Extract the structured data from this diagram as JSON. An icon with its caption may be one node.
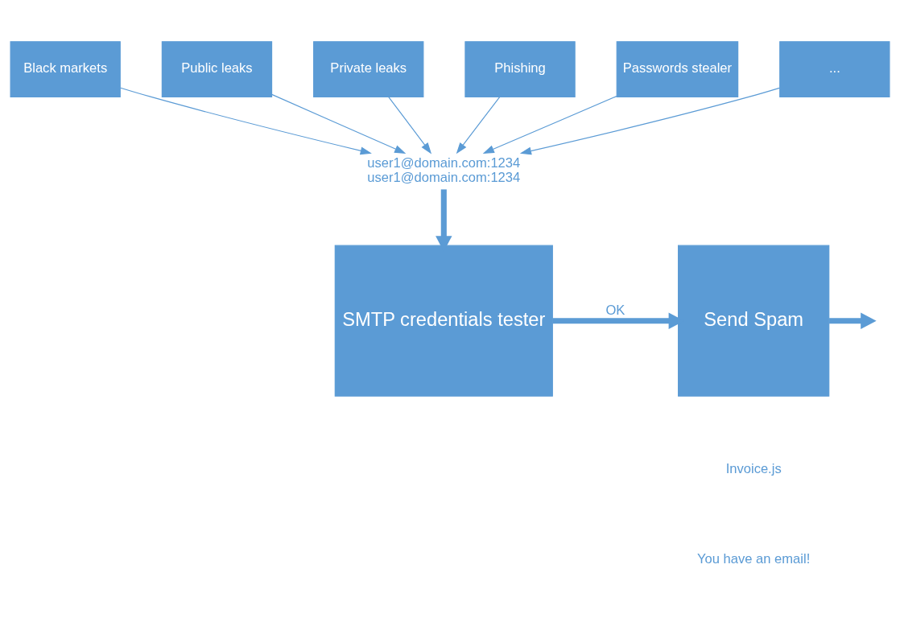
{
  "diagram": {
    "nodes": [
      {
        "text": [
          "Black markets"
        ]
      },
      {
        "text": [
          "Public leaks"
        ]
      },
      {
        "text": [
          "Private leaks"
        ]
      },
      {
        "text": [
          "Phishing"
        ]
      },
      {
        "text": [
          "Passwords stealer"
        ]
      },
      {
        "text": [
          "..."
        ]
      },
      {
        "text": [
          "user1@domain.com:1234",
          "user1@domain.com:1234"
        ]
      },
      {
        "text": [
          "SMTP credentials tester"
        ]
      },
      {
        "text": [
          "Send Spam"
        ]
      }
    ],
    "edges": [
      {
        "from": 0,
        "to": 6,
        "arrow": "to"
      },
      {
        "from": 1,
        "to": 6,
        "arrow": "to"
      },
      {
        "from": 2,
        "to": 6,
        "arrow": "to"
      },
      {
        "from": 3,
        "to": 6,
        "arrow": "to"
      },
      {
        "from": 4,
        "to": 6,
        "arrow": "to"
      },
      {
        "from": 5,
        "to": 6,
        "arrow": "to"
      },
      {
        "from": 6,
        "to": 7,
        "arrow": "to",
        "style": "thick"
      },
      {
        "from": 7,
        "to": 8,
        "arrow": "to",
        "style": "thick",
        "label": "OK"
      },
      {
        "from": 8,
        "to": null,
        "arrow": "to",
        "style": "thick"
      }
    ],
    "labels": [
      "Invoice.js",
      "You have an email!"
    ]
  }
}
